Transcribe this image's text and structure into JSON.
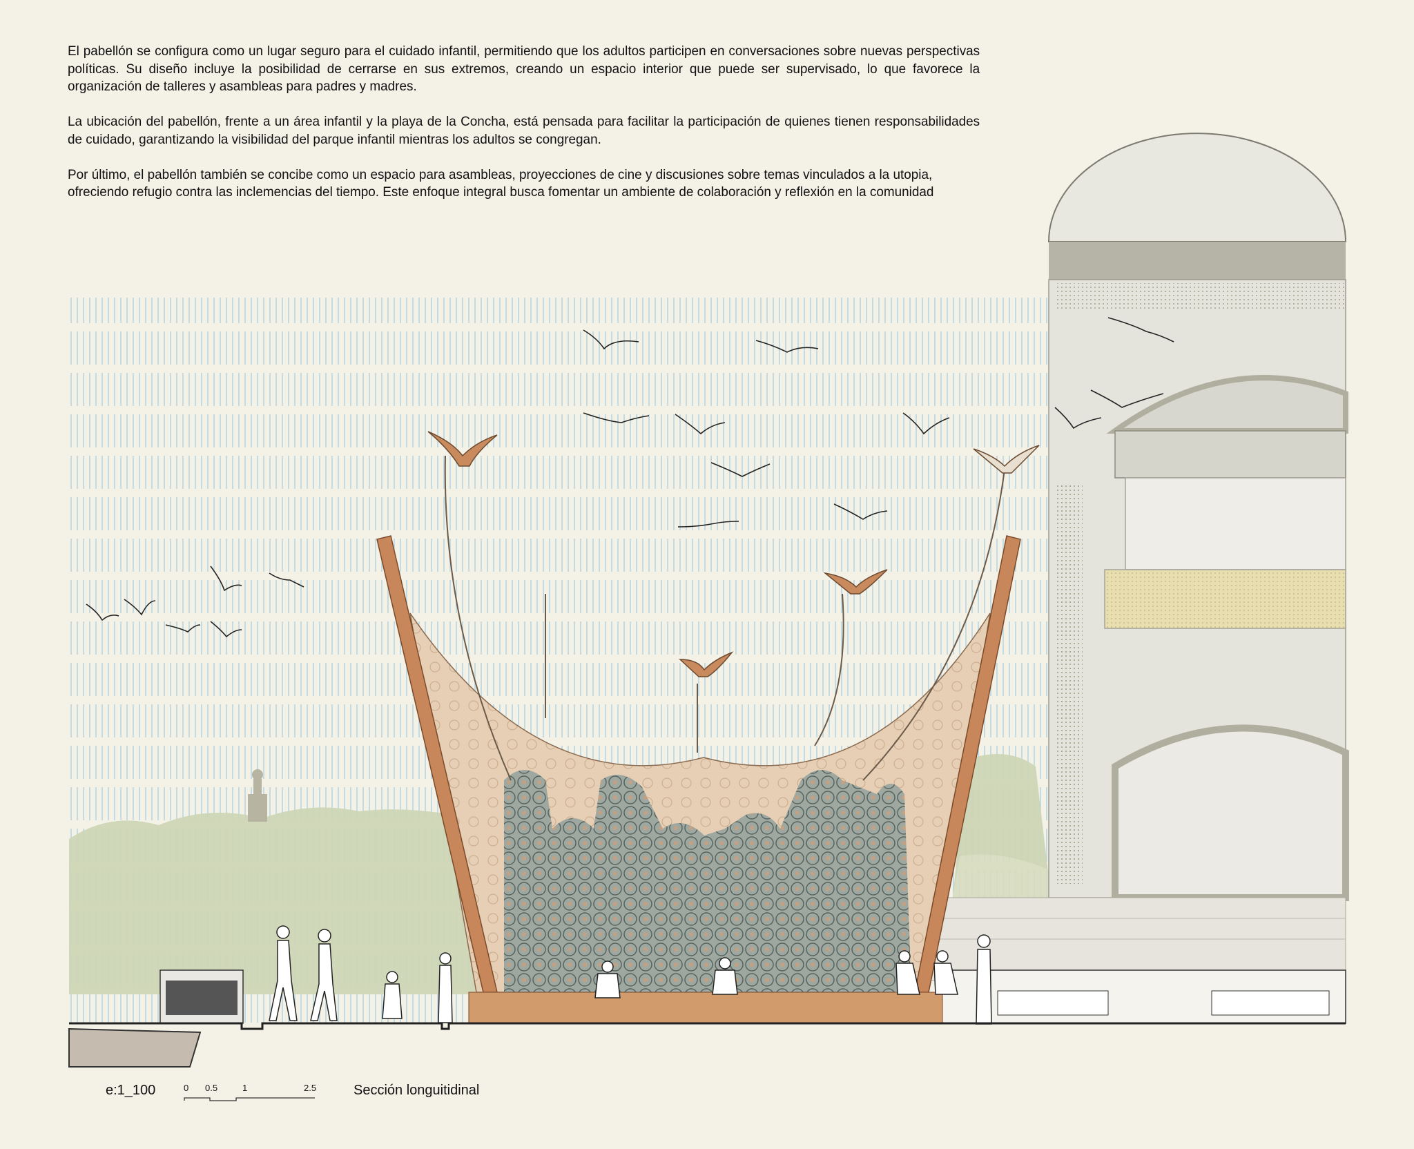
{
  "description_text": {
    "paragraphs": [
      "El pabellón se configura como un lugar seguro para el cuidado infantil, permitiendo que los adultos participen en conversaciones sobre nuevas perspectivas políticas. Su diseño incluye la posibilidad de cerrarse en sus extremos, creando un espacio interior que puede ser supervisado, lo que favorece la organización de talleres y asambleas para padres y madres.",
      "La ubicación del pabellón, frente a un área infantil y la playa de la Concha, está pensada para facilitar la participación de quienes tienen responsabilidades de cuidado, garantizando la visibilidad del parque infantil mientras los adultos se congregan.",
      "Por último, el pabellón también se concibe como un espacio para asambleas, proyecciones de cine y discusiones sobre temas vinculados a la utopia, ofreciendo refugio contra las inclemencias del tiempo. Este enfoque integral busca fomentar un ambiente de colaboración y reflexión en la comunidad"
    ]
  },
  "footer": {
    "scale_label": "e:1_100",
    "scale_ticks": [
      "0",
      "0.5",
      "1",
      "2.5"
    ],
    "drawing_title": "Sección longuitidinal"
  },
  "colors": {
    "background": "#f4f1e6",
    "sky_lines": "#a9cfe4",
    "building": "#e4e3dc",
    "building_band": "#b6b4a6",
    "wood": "#c8875a",
    "membrane": "#e3cbb0",
    "trees": "#c9d3b0",
    "lattice": "#7f918c"
  }
}
